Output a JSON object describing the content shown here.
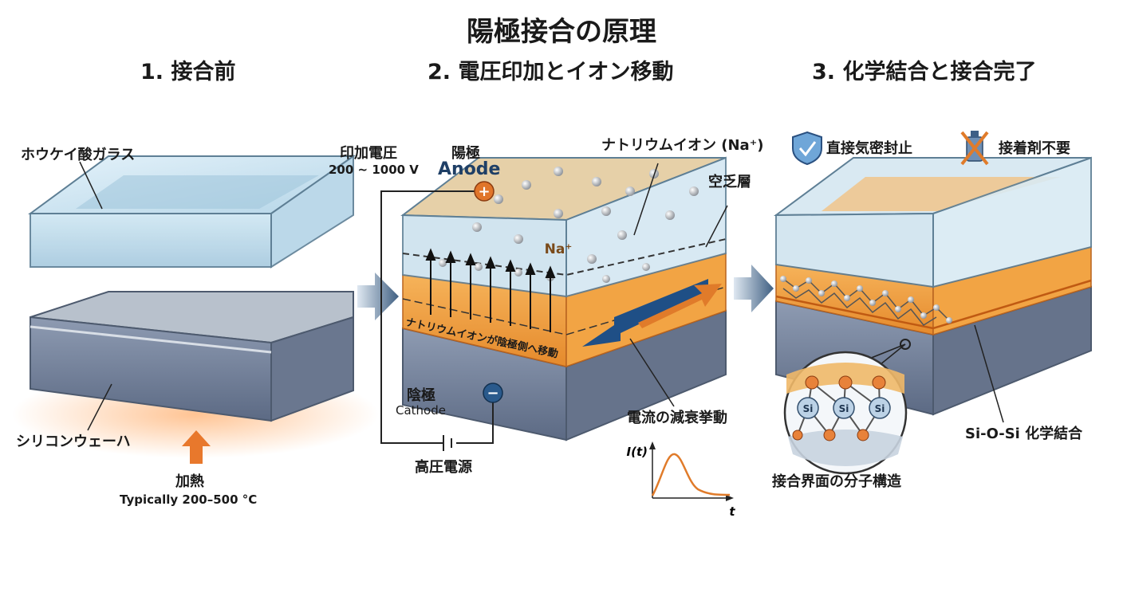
{
  "title": "陽極接合の原理",
  "steps": [
    "1. 接合前",
    "2. 電圧印加とイオン移動",
    "3. 化学結合と接合完了"
  ],
  "panel1": {
    "glass_label": "ホウケイ酸ガラス",
    "wafer_label": "シリコンウェーハ",
    "heat_label": "加熱",
    "heat_temp": "Typically 200–500 °C"
  },
  "panel2": {
    "voltage_label": "印加電圧",
    "voltage_range": "200 ~ 1000 V",
    "anode_jp": "陽極",
    "anode_en": "Anode",
    "sodium_label": "ナトリウムイオン (Na⁺)",
    "na_tag": "Na⁺",
    "depletion_label": "空乏層",
    "migration_text": "ナトリウムイオンが陰極側へ移動",
    "cathode_jp": "陰極",
    "cathode_en": "Cathode",
    "supply_label": "高圧電源",
    "current_label": "電流の減衰挙動",
    "graph_ylabel": "I(t)",
    "graph_xlabel": "t",
    "plus_sign": "+",
    "minus_sign": "−"
  },
  "panel3": {
    "hermetic_label": "直接気密封止",
    "no_adhesive_label": "接着剤不要",
    "bond_label": "Si-O-Si 化学結合",
    "interface_label": "接合界面の分子構造",
    "si_atom": "Si"
  },
  "colors": {
    "glass": "#cfe6f2",
    "glass_edge": "#5e7f95",
    "silicon": "#7c8ba3",
    "depletion": "#f0a640",
    "orange": "#e07b2a",
    "arrow_blue": "#2e5c8e"
  }
}
